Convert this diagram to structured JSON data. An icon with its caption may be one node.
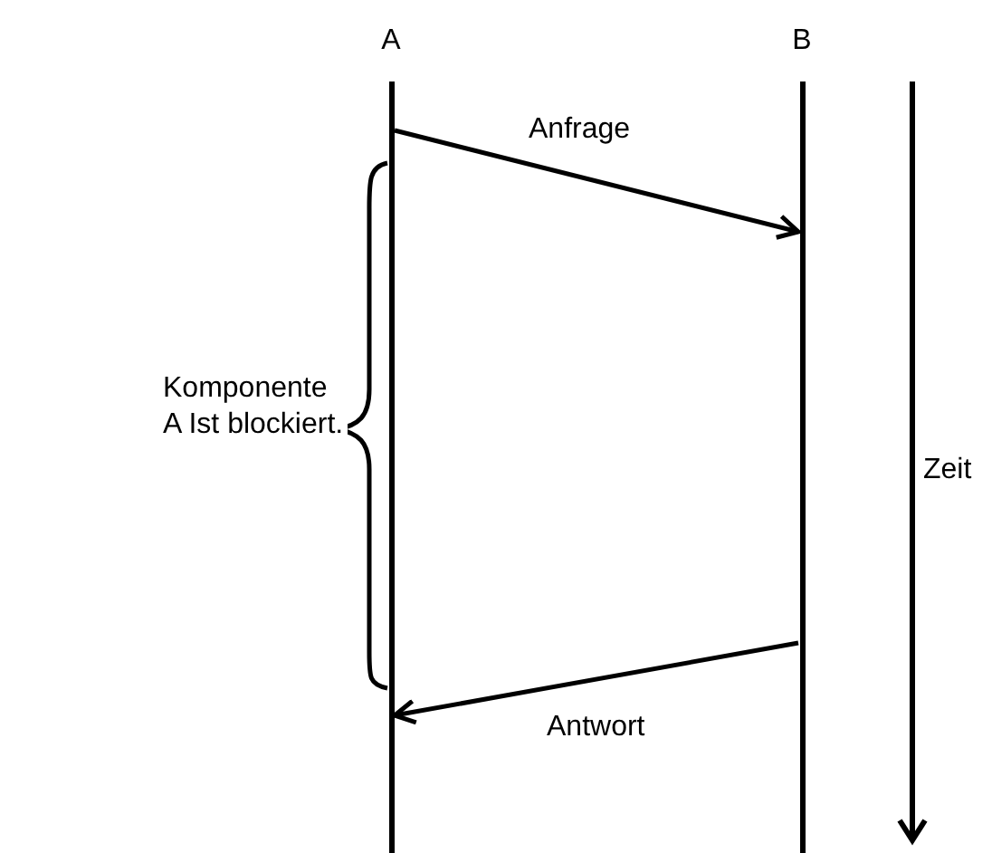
{
  "diagram": {
    "nodes": [
      {
        "text": [
          "A"
        ]
      },
      {
        "text": [
          "B"
        ]
      }
    ],
    "edges": [
      {
        "from": 0,
        "to": 1,
        "arrow": "to",
        "label": "Anfrage"
      },
      {
        "from": 1,
        "to": 0,
        "arrow": "to",
        "label": "Antwort"
      }
    ],
    "labels": [
      "Komponente A Ist blockiert.",
      "Zeit"
    ]
  }
}
